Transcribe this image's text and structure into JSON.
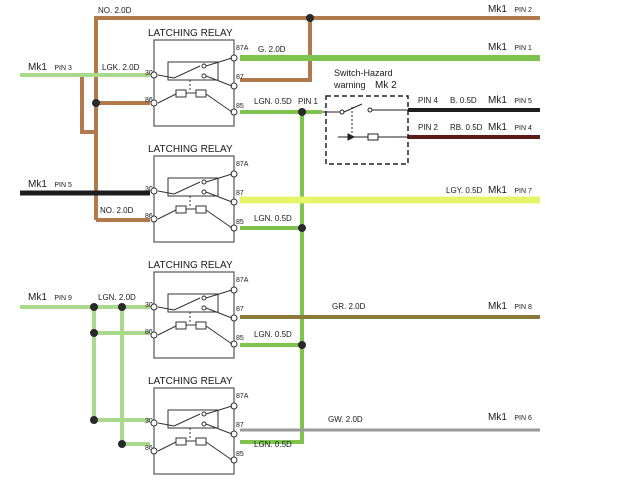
{
  "colors": {
    "brown": "#b07a4c",
    "green": "#7fc34f",
    "lightgreen": "#a9d98a",
    "yellowgreen": "#e4f56a",
    "black": "#1d1d1d",
    "darkred": "#5a1b1b",
    "olive": "#8b7a3a",
    "grey": "#9a9a9a"
  },
  "relays": [
    {
      "title": "LATCHING RELAY",
      "t87a": "87A",
      "t30": "30",
      "t87": "87",
      "t86": "86",
      "t85": "85"
    },
    {
      "title": "LATCHING RELAY",
      "t87a": "87A",
      "t30": "30",
      "t87": "87",
      "t86": "86",
      "t85": "85"
    },
    {
      "title": "LATCHING RELAY",
      "t87a": "87A",
      "t30": "30",
      "t87": "87",
      "t86": "86",
      "t85": "85"
    },
    {
      "title": "LATCHING RELAY",
      "t87a": "87A",
      "t30": "30",
      "t87": "87",
      "t86": "86",
      "t85": "85"
    }
  ],
  "wire_labels": {
    "no_top": "NO. 2.0D",
    "g_20d": "G. 2.0D",
    "lgk_20d": "LGK. 2.0D",
    "lgn_05d_1": "LGN. 0.5D",
    "pin1": "PIN 1",
    "pin4_b05d": "B. 0.5D",
    "pin4": "PIN 4",
    "pin2_rb05d": "RB. 0.5D",
    "pin2": "PIN 2",
    "lgy_05d": "LGY. 0.5D",
    "no_r2": "NO. 2.0D",
    "lgn_05d_2": "LGN. 0.5D",
    "lgn_20d": "LGN. 2.0D",
    "gr_20d": "GR. 2.0D",
    "lgn_05d_3": "LGN. 0.5D",
    "gw_20d": "GW. 2.0D",
    "lgn_05d_4": "LGN. 0.5D"
  },
  "switch": {
    "title": "Switch-Hazard",
    "subtitle": "warning",
    "ref": "Mk 2"
  },
  "connectors": {
    "right_pin2_top": {
      "mk": "Mk1",
      "pin": "PIN 2"
    },
    "right_pin1": {
      "mk": "Mk1",
      "pin": "PIN 1"
    },
    "right_pin5": {
      "mk": "Mk1",
      "pin": "PIN 5"
    },
    "right_pin4": {
      "mk": "Mk1",
      "pin": "PIN 4"
    },
    "right_pin7": {
      "mk": "Mk1",
      "pin": "PIN 7"
    },
    "right_pin8": {
      "mk": "Mk1",
      "pin": "PIN 8"
    },
    "right_pin6": {
      "mk": "Mk1",
      "pin": "PIN 6"
    },
    "left_pin3": {
      "mk": "Mk1",
      "pin": "PIN 3"
    },
    "left_pin5": {
      "mk": "Mk1",
      "pin": "PIN 5"
    },
    "left_pin9": {
      "mk": "Mk1",
      "pin": "PIN 9"
    }
  }
}
